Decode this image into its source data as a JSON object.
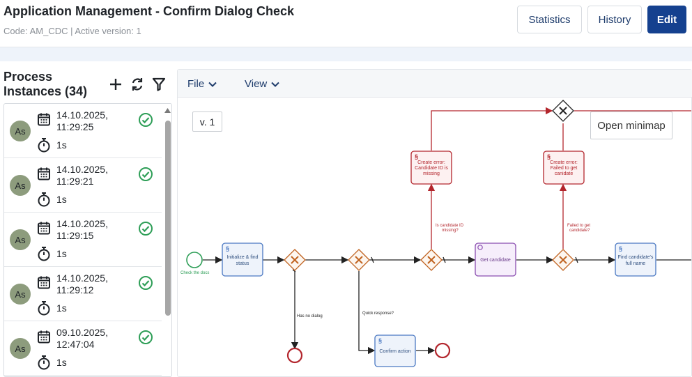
{
  "header": {
    "title": "Application Management - Confirm Dialog Check",
    "subtitle": "Code: AM_CDC | Active version: 1",
    "buttons": {
      "statistics": "Statistics",
      "history": "History",
      "edit": "Edit"
    }
  },
  "sidebar": {
    "title_line1": "Process",
    "title_line2": "Instances (34)",
    "instances": [
      {
        "avatar": "As",
        "date_line1": "14.10.2025,",
        "date_line2": "11:29:25",
        "duration": "1s",
        "status": "completed"
      },
      {
        "avatar": "As",
        "date_line1": "14.10.2025,",
        "date_line2": "11:29:21",
        "duration": "1s",
        "status": "completed"
      },
      {
        "avatar": "As",
        "date_line1": "14.10.2025,",
        "date_line2": "11:29:15",
        "duration": "1s",
        "status": "completed"
      },
      {
        "avatar": "As",
        "date_line1": "14.10.2025,",
        "date_line2": "11:29:12",
        "duration": "1s",
        "status": "completed"
      },
      {
        "avatar": "As",
        "date_line1": "09.10.2025,",
        "date_line2": "12:47:04",
        "duration": "1s",
        "status": "completed"
      }
    ]
  },
  "canvas": {
    "menu": {
      "file": "File",
      "view": "View"
    },
    "version": "v. 1",
    "minimap": "Open minimap",
    "start_label": "Check the docs",
    "tasks": {
      "init": [
        "Initialize & find",
        "status"
      ],
      "get_candidate": [
        "Get candidate"
      ],
      "find_name": [
        "Find candidate's",
        "full name"
      ],
      "confirm": [
        "Confirm action"
      ],
      "error1": [
        "Create error:",
        "Candidate ID is",
        "missing"
      ],
      "error2": [
        "Create error:",
        "Failed to get",
        "canidate"
      ]
    },
    "edge_labels": {
      "has_no_dialog": "Has no dialog",
      "quick_response": "Quick response?",
      "id_missing": [
        "Is candidate ID",
        "missing?"
      ],
      "failed_to_get": [
        "Failed to get",
        "candidate?"
      ]
    }
  },
  "colors": {
    "primary": "#15418f",
    "success": "#2e9e57",
    "error": "#b3262d",
    "gateway": "#c0621f",
    "task_blue": "#4a78c2",
    "task_purple": "#8a4db0"
  }
}
